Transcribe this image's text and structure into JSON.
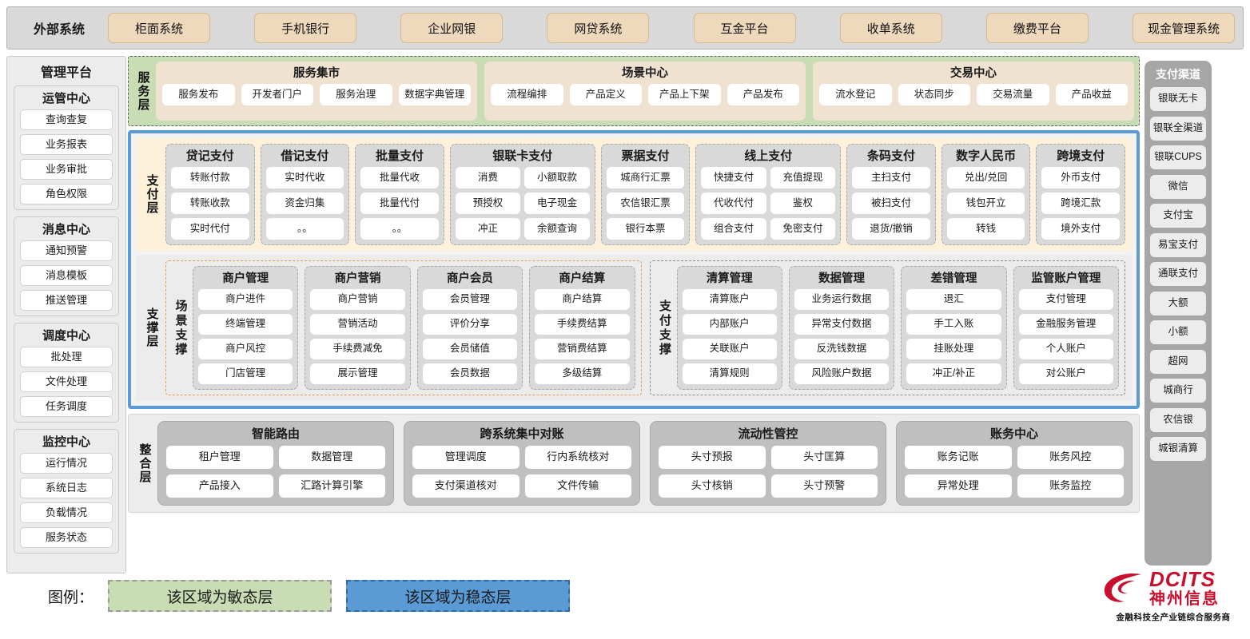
{
  "external": {
    "label": "外部系统",
    "items": [
      "柜面系统",
      "手机银行",
      "企业网银",
      "网贷系统",
      "互金平台",
      "收单系统",
      "缴费平台",
      "现金管理系统"
    ]
  },
  "left_sidebar": {
    "title": "管理平台",
    "groups": [
      {
        "title": "运管中心",
        "items": [
          "查询查复",
          "业务报表",
          "业务审批",
          "角色权限"
        ]
      },
      {
        "title": "消息中心",
        "items": [
          "通知预警",
          "消息模板",
          "推送管理"
        ]
      },
      {
        "title": "调度中心",
        "items": [
          "批处理",
          "文件处理",
          "任务调度"
        ]
      },
      {
        "title": "监控中心",
        "items": [
          "运行情况",
          "系统日志",
          "负载情况",
          "服务状态"
        ]
      }
    ]
  },
  "right_sidebar": {
    "title": "支付渠道",
    "items": [
      "银联无卡",
      "银联全渠道",
      "银联CUPS",
      "微信",
      "支付宝",
      "易宝支付",
      "通联支付",
      "大额",
      "小额",
      "超网",
      "城商行",
      "农信银",
      "城银清算"
    ]
  },
  "service_layer": {
    "label": "服务层",
    "boxes": [
      {
        "title": "服务集市",
        "items": [
          "服务发布",
          "开发者门户",
          "服务治理",
          "数据字典管理"
        ]
      },
      {
        "title": "场景中心",
        "items": [
          "流程编排",
          "产品定义",
          "产品上下架",
          "产品发布"
        ]
      },
      {
        "title": "交易中心",
        "items": [
          "流水登记",
          "状态同步",
          "交易流量",
          "产品收益"
        ]
      }
    ]
  },
  "payment_layer": {
    "label": "支付层",
    "columns": [
      {
        "title": "贷记支付",
        "cols": 1,
        "items": [
          "转账付款",
          "转账收款",
          "实时代付"
        ]
      },
      {
        "title": "借记支付",
        "cols": 1,
        "items": [
          "实时代收",
          "资金归集",
          "。。"
        ]
      },
      {
        "title": "批量支付",
        "cols": 1,
        "items": [
          "批量代收",
          "批量代付",
          "。。"
        ]
      },
      {
        "title": "银联卡支付",
        "cols": 2,
        "items": [
          "消费",
          "小额取款",
          "预授权",
          "电子现金",
          "冲正",
          "余额查询"
        ]
      },
      {
        "title": "票据支付",
        "cols": 1,
        "items": [
          "城商行汇票",
          "农信银汇票",
          "银行本票"
        ]
      },
      {
        "title": "线上支付",
        "cols": 2,
        "items": [
          "快捷支付",
          "充值提现",
          "代收代付",
          "鉴权",
          "组合支付",
          "免密支付"
        ]
      },
      {
        "title": "条码支付",
        "cols": 1,
        "items": [
          "主扫支付",
          "被扫支付",
          "退货/撤销"
        ]
      },
      {
        "title": "数字人民币",
        "cols": 1,
        "items": [
          "兑出/兑回",
          "钱包开立",
          "转钱"
        ]
      },
      {
        "title": "跨境支付",
        "cols": 1,
        "items": [
          "外币支付",
          "跨境汇款",
          "境外支付"
        ]
      }
    ]
  },
  "support_layer": {
    "label": "支撑层",
    "scene": {
      "sublabel": "场景支撑",
      "columns": [
        {
          "title": "商户管理",
          "items": [
            "商户进件",
            "终端管理",
            "商户风控",
            "门店管理"
          ]
        },
        {
          "title": "商户营销",
          "items": [
            "商户营销",
            "营销活动",
            "手续费减免",
            "展示管理"
          ]
        },
        {
          "title": "商户会员",
          "items": [
            "会员管理",
            "评价分享",
            "会员储值",
            "会员数据"
          ]
        },
        {
          "title": "商户结算",
          "items": [
            "商户结算",
            "手续费结算",
            "营销费结算",
            "多级结算"
          ]
        }
      ]
    },
    "paysupport": {
      "sublabel": "支付支撑",
      "columns": [
        {
          "title": "清算管理",
          "items": [
            "清算账户",
            "内部账户",
            "关联账户",
            "清算规则"
          ]
        },
        {
          "title": "数据管理",
          "items": [
            "业务运行数据",
            "异常支付数据",
            "反洗钱数据",
            "风险账户数据"
          ]
        },
        {
          "title": "差错管理",
          "items": [
            "退汇",
            "手工入账",
            "挂账处理",
            "冲正/补正"
          ]
        },
        {
          "title": "监管账户管理",
          "items": [
            "支付管理",
            "金融服务管理",
            "个人账户",
            "对公账户"
          ]
        }
      ]
    }
  },
  "integration_layer": {
    "label": "整合层",
    "boxes": [
      {
        "title": "智能路由",
        "items": [
          "租户管理",
          "数据管理",
          "产品接入",
          "汇路计算引擎"
        ]
      },
      {
        "title": "跨系统集中对账",
        "items": [
          "管理调度",
          "行内系统核对",
          "支付渠道核对",
          "文件传输"
        ]
      },
      {
        "title": "流动性管控",
        "items": [
          "头寸预报",
          "头寸匡算",
          "头寸核销",
          "头寸预警"
        ]
      },
      {
        "title": "账务中心",
        "items": [
          "账务记账",
          "账务风控",
          "异常处理",
          "账务监控"
        ]
      }
    ]
  },
  "legend": {
    "label": "图例：",
    "agile": "该区域为敏态层",
    "stable": "该区域为稳态层",
    "agile_color": "#c9ddb4",
    "stable_color": "#5b9bd5"
  },
  "logo": {
    "brand": "DCITS",
    "brand_cn": "神州信息",
    "tagline": "金融科技全产业链综合服务商",
    "color": "#c8102e"
  }
}
